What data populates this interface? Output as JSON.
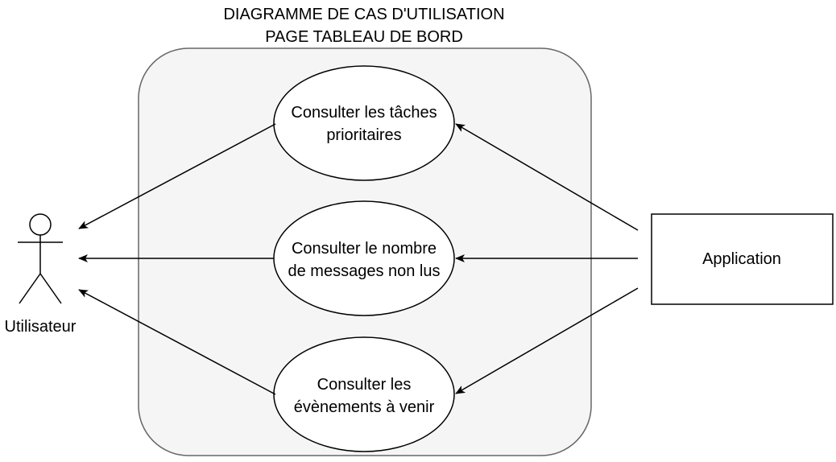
{
  "title": {
    "line1": "DIAGRAMME DE CAS D'UTILISATION",
    "line2": "PAGE TABLEAU DE BORD"
  },
  "actors": {
    "user": {
      "label": "Utilisateur"
    },
    "application": {
      "label": "Application"
    }
  },
  "use_cases": [
    {
      "line1": "Consulter les tâches",
      "line2": "prioritaires"
    },
    {
      "line1": "Consulter le nombre",
      "line2": "de messages non lus"
    },
    {
      "line1": "Consulter les",
      "line2": "évènements à venir"
    }
  ],
  "colors": {
    "boundary_fill": "#f5f5f5",
    "boundary_stroke": "#666666",
    "stroke": "#000000",
    "background": "#ffffff"
  }
}
